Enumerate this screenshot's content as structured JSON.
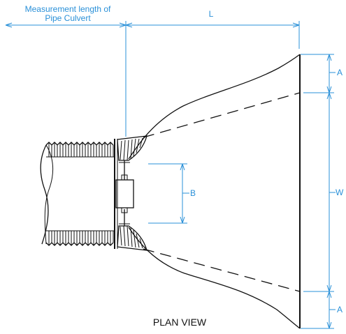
{
  "header": {
    "measurement_line1": "Measurement length of",
    "measurement_line2": "Pipe Culvert"
  },
  "dimensions": {
    "L": "L",
    "A_top": "A",
    "W": "W",
    "A_bottom": "A",
    "B": "B"
  },
  "caption": "PLAN VIEW",
  "colors": {
    "dimension": "#2a90d8",
    "line": "#111111"
  }
}
